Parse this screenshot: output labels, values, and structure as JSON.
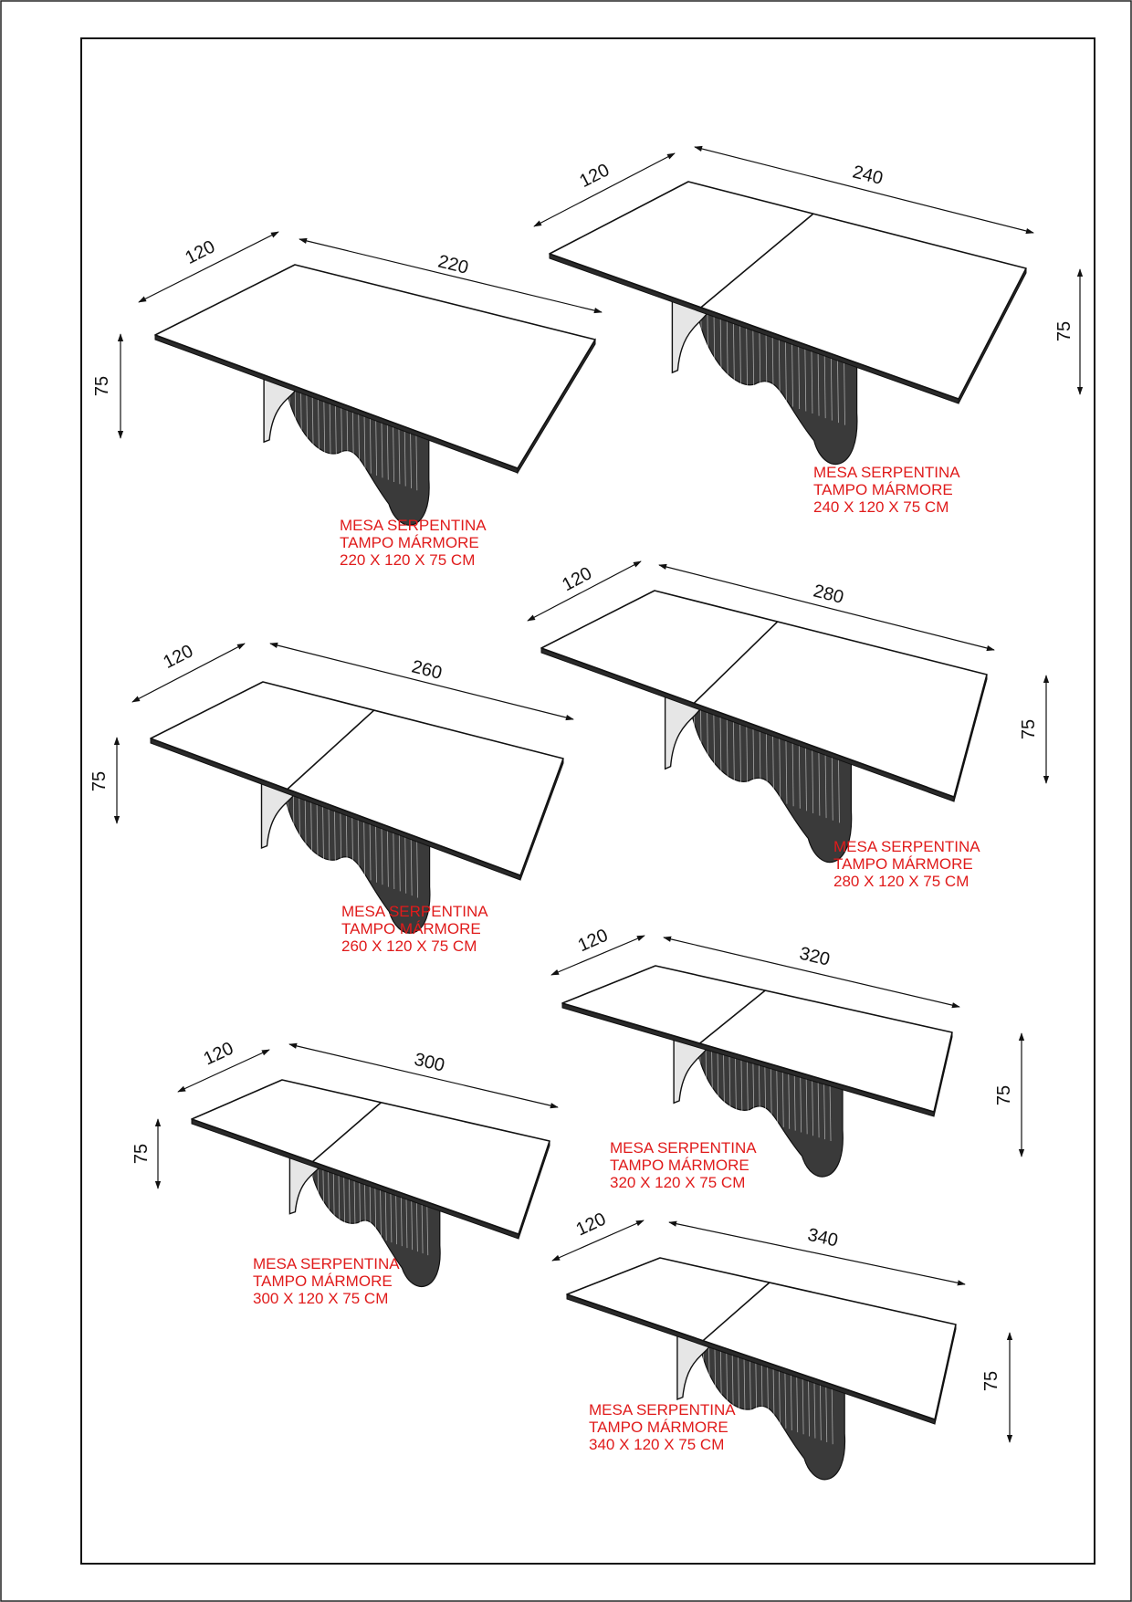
{
  "colors": {
    "caption": "#e01b1b",
    "lines": "#111111",
    "background": "#ffffff"
  },
  "tables": [
    {
      "id": "220",
      "dims": {
        "width": "120",
        "length": "220",
        "height": "75"
      },
      "caption": [
        "MESA SERPENTINA",
        "TAMPO MÁRMORE",
        "220 X 120 X 75 CM"
      ],
      "split_top": false
    },
    {
      "id": "240",
      "dims": {
        "width": "120",
        "length": "240",
        "height": "75"
      },
      "caption": [
        "MESA SERPENTINA",
        "TAMPO MÁRMORE",
        "240 X 120 X 75 CM"
      ],
      "split_top": true
    },
    {
      "id": "260",
      "dims": {
        "width": "120",
        "length": "260",
        "height": "75"
      },
      "caption": [
        "MESA SERPENTINA",
        "TAMPO MÁRMORE",
        "260 X 120 X 75 CM"
      ],
      "split_top": true
    },
    {
      "id": "280",
      "dims": {
        "width": "120",
        "length": "280",
        "height": "75"
      },
      "caption": [
        "MESA SERPENTINA",
        "TAMPO MÁRMORE",
        "280 X 120 X 75 CM"
      ],
      "split_top": true
    },
    {
      "id": "300",
      "dims": {
        "width": "120",
        "length": "300",
        "height": "75"
      },
      "caption": [
        "MESA SERPENTINA",
        "TAMPO MÁRMORE",
        "300 X 120 X 75 CM"
      ],
      "split_top": true
    },
    {
      "id": "320",
      "dims": {
        "width": "120",
        "length": "320",
        "height": "75"
      },
      "caption": [
        "MESA SERPENTINA",
        "TAMPO MÁRMORE",
        "320 X 120 X 75 CM"
      ],
      "split_top": true
    },
    {
      "id": "340",
      "dims": {
        "width": "120",
        "length": "340",
        "height": "75"
      },
      "caption": [
        "MESA SERPENTINA",
        "TAMPO MÁRMORE",
        "340 X 120 X 75 CM"
      ],
      "split_top": true
    }
  ]
}
